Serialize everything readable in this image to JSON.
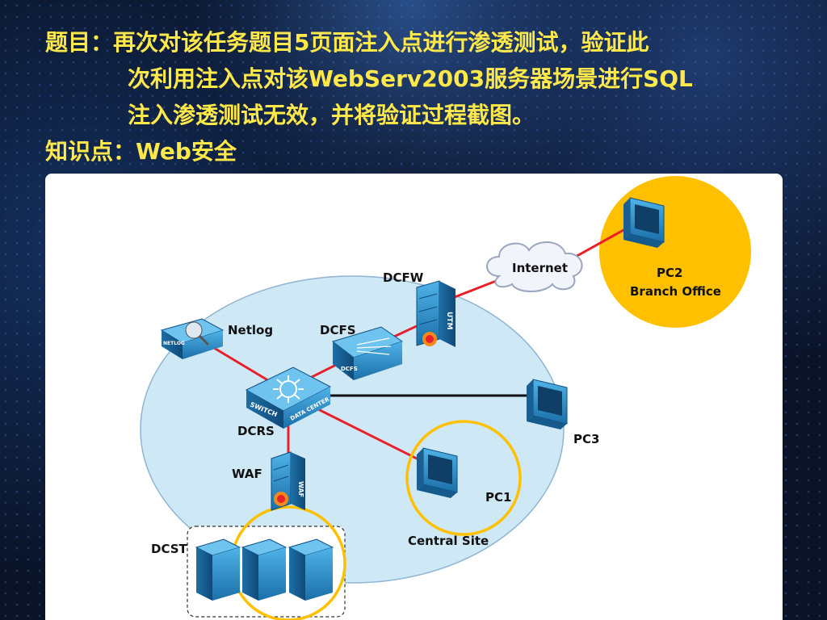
{
  "header": {
    "line1": "题目：再次对该任务题目5页面注入点进行渗透测试，验证此",
    "line2": "次利用注入点对该WebServ2003服务器场景进行SQL",
    "line3": "注入渗透测试无效，并将验证过程截图。",
    "knowledge": "知识点：Web安全"
  },
  "diagram": {
    "nodes": {
      "internet": "Internet",
      "dcfw": "DCFW",
      "pc2": "PC2",
      "branch": "Branch Office",
      "netlog": "Netlog",
      "dcfs": "DCFS",
      "dcrs": "DCRS",
      "pc3": "PC3",
      "waf": "WAF",
      "pc1": "PC1",
      "central": "Central Site",
      "dcst": "DCST"
    },
    "icon_text": {
      "netlog": "NETLOG",
      "dcfs": "DCFS",
      "switch": "SWITCH",
      "datacenter": "DATA CENTER",
      "utm": "UTM",
      "waf": "WAF"
    },
    "colors": {
      "link_red": "#e8202a",
      "link_black": "#111111",
      "site_fill": "#cde8f7",
      "highlight": "#ffc000"
    }
  }
}
